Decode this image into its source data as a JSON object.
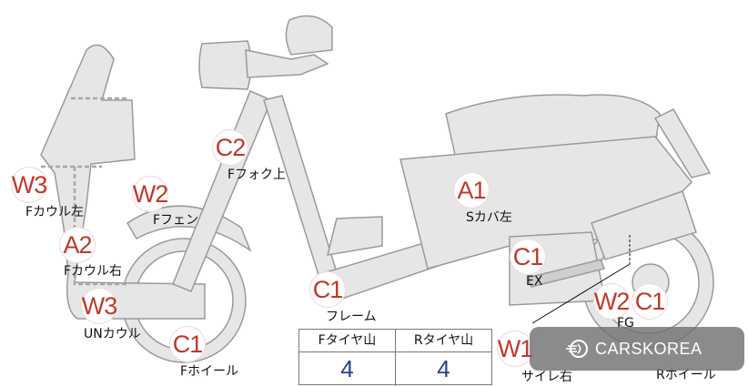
{
  "parts": [
    {
      "id": "fcowl_left",
      "code": "W3",
      "label": "Fカウル左"
    },
    {
      "id": "ffender",
      "code": "W2",
      "label": "Fフェン"
    },
    {
      "id": "ffork_top",
      "code": "C2",
      "label": "Fフォク上"
    },
    {
      "id": "fcowl_right",
      "code": "A2",
      "label": "Fカウル右"
    },
    {
      "id": "un_cowl",
      "code": "W3",
      "label": "UNカウル"
    },
    {
      "id": "fwheel",
      "code": "C1",
      "label": "Fホイール"
    },
    {
      "id": "frame",
      "code": "C1",
      "label": "フレーム"
    },
    {
      "id": "scover_left",
      "code": "A1",
      "label": "Sカバ左"
    },
    {
      "id": "ex",
      "code": "C1",
      "label": "EX"
    },
    {
      "id": "fg",
      "code": "W2",
      "label": "FG"
    },
    {
      "id": "fg2",
      "code": "C1",
      "label": ""
    },
    {
      "id": "silencer",
      "code": "W1",
      "label": "サイレ右"
    },
    {
      "id": "rwheel",
      "code": "",
      "label": "Rホイール"
    }
  ],
  "tire_table": {
    "front_header": "Fタイヤ山",
    "rear_header": "Rタイヤ山",
    "front_value": "4",
    "rear_value": "4"
  },
  "watermark": {
    "text": "CARSKOREA",
    "icon": "flame-logo-icon"
  },
  "colors": {
    "body": "#e6e6e6",
    "outline": "#999999",
    "badge_text": "#c0392b",
    "value_text": "#2a3f8f"
  }
}
